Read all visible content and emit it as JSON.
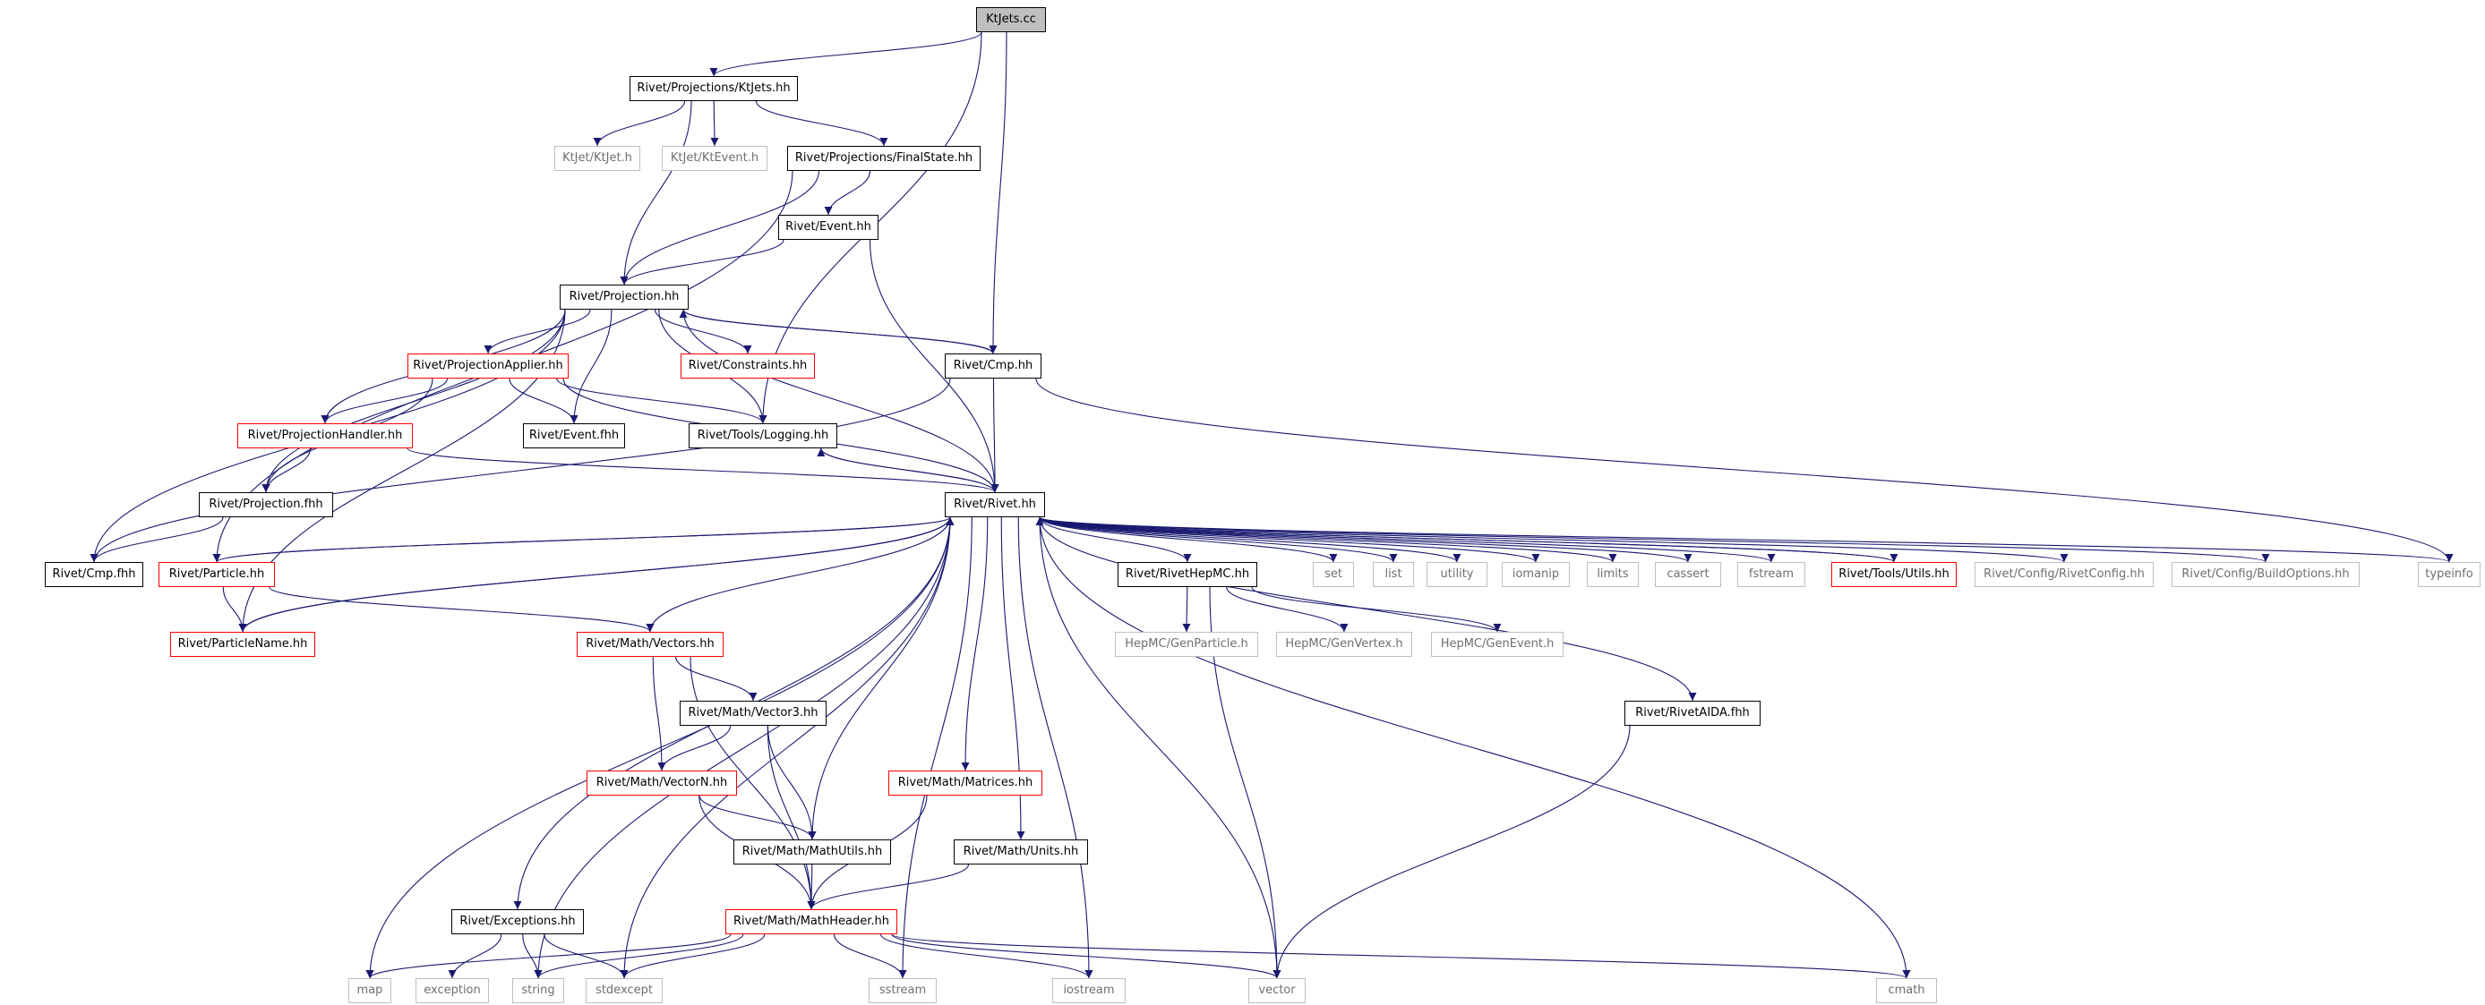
{
  "colors": {
    "edge": "#191970",
    "local_border": "#000000",
    "external_border": "#bfbfbf",
    "truncated_border": "#ff0000",
    "root_fill": "#bfbfbf"
  },
  "nodes": [
    {
      "id": "ktjets_cc",
      "label": "KtJets.cc",
      "kind": "root"
    },
    {
      "id": "proj_ktjets",
      "label": "Rivet/Projections/KtJets.hh",
      "kind": "local"
    },
    {
      "id": "ktjet_h",
      "label": "KtJet/KtJet.h",
      "kind": "ext"
    },
    {
      "id": "ktevent_h",
      "label": "KtJet/KtEvent.h",
      "kind": "ext"
    },
    {
      "id": "finalstate",
      "label": "Rivet/Projections/FinalState.hh",
      "kind": "local"
    },
    {
      "id": "event_hh",
      "label": "Rivet/Event.hh",
      "kind": "local"
    },
    {
      "id": "projection_hh",
      "label": "Rivet/Projection.hh",
      "kind": "local"
    },
    {
      "id": "projapplier",
      "label": "Rivet/ProjectionApplier.hh",
      "kind": "red"
    },
    {
      "id": "constraints",
      "label": "Rivet/Constraints.hh",
      "kind": "red"
    },
    {
      "id": "cmp_hh",
      "label": "Rivet/Cmp.hh",
      "kind": "local"
    },
    {
      "id": "projhandler",
      "label": "Rivet/ProjectionHandler.hh",
      "kind": "red"
    },
    {
      "id": "event_fhh",
      "label": "Rivet/Event.fhh",
      "kind": "local"
    },
    {
      "id": "logging",
      "label": "Rivet/Tools/Logging.hh",
      "kind": "local"
    },
    {
      "id": "projection_fhh",
      "label": "Rivet/Projection.fhh",
      "kind": "local"
    },
    {
      "id": "rivet_hh",
      "label": "Rivet/Rivet.hh",
      "kind": "local"
    },
    {
      "id": "cmp_fhh",
      "label": "Rivet/Cmp.fhh",
      "kind": "local"
    },
    {
      "id": "particle_hh",
      "label": "Rivet/Particle.hh",
      "kind": "red"
    },
    {
      "id": "particlename",
      "label": "Rivet/ParticleName.hh",
      "kind": "red"
    },
    {
      "id": "vectors",
      "label": "Rivet/Math/Vectors.hh",
      "kind": "red"
    },
    {
      "id": "vector3",
      "label": "Rivet/Math/Vector3.hh",
      "kind": "local"
    },
    {
      "id": "vectorn",
      "label": "Rivet/Math/VectorN.hh",
      "kind": "red"
    },
    {
      "id": "mathutils",
      "label": "Rivet/Math/MathUtils.hh",
      "kind": "local"
    },
    {
      "id": "mathheader",
      "label": "Rivet/Math/MathHeader.hh",
      "kind": "red"
    },
    {
      "id": "matrices",
      "label": "Rivet/Math/Matrices.hh",
      "kind": "red"
    },
    {
      "id": "units",
      "label": "Rivet/Math/Units.hh",
      "kind": "local"
    },
    {
      "id": "exceptions",
      "label": "Rivet/Exceptions.hh",
      "kind": "local"
    },
    {
      "id": "rivethepmc",
      "label": "Rivet/RivetHepMC.hh",
      "kind": "local"
    },
    {
      "id": "genparticle",
      "label": "HepMC/GenParticle.h",
      "kind": "ext"
    },
    {
      "id": "genvertex",
      "label": "HepMC/GenVertex.h",
      "kind": "ext"
    },
    {
      "id": "genevent",
      "label": "HepMC/GenEvent.h",
      "kind": "ext"
    },
    {
      "id": "rivetaida",
      "label": "Rivet/RivetAIDA.fhh",
      "kind": "local"
    },
    {
      "id": "set",
      "label": "set",
      "kind": "ext"
    },
    {
      "id": "list",
      "label": "list",
      "kind": "ext"
    },
    {
      "id": "utility",
      "label": "utility",
      "kind": "ext"
    },
    {
      "id": "iomanip",
      "label": "iomanip",
      "kind": "ext"
    },
    {
      "id": "limits",
      "label": "limits",
      "kind": "ext"
    },
    {
      "id": "cassert",
      "label": "cassert",
      "kind": "ext"
    },
    {
      "id": "fstream",
      "label": "fstream",
      "kind": "ext"
    },
    {
      "id": "utils",
      "label": "Rivet/Tools/Utils.hh",
      "kind": "red"
    },
    {
      "id": "rivetconfig",
      "label": "Rivet/Config/RivetConfig.hh",
      "kind": "ext"
    },
    {
      "id": "buildoptions",
      "label": "Rivet/Config/BuildOptions.hh",
      "kind": "ext"
    },
    {
      "id": "typeinfo",
      "label": "typeinfo",
      "kind": "ext"
    },
    {
      "id": "map",
      "label": "map",
      "kind": "ext"
    },
    {
      "id": "exception",
      "label": "exception",
      "kind": "ext"
    },
    {
      "id": "string",
      "label": "string",
      "kind": "ext"
    },
    {
      "id": "stdexcept",
      "label": "stdexcept",
      "kind": "ext"
    },
    {
      "id": "sstream",
      "label": "sstream",
      "kind": "ext"
    },
    {
      "id": "iostream",
      "label": "iostream",
      "kind": "ext"
    },
    {
      "id": "vector",
      "label": "vector",
      "kind": "ext"
    },
    {
      "id": "cmath",
      "label": "cmath",
      "kind": "ext"
    }
  ],
  "edges": [
    [
      "ktjets_cc",
      "proj_ktjets"
    ],
    [
      "ktjets_cc",
      "cmp_hh"
    ],
    [
      "ktjets_cc",
      "logging"
    ],
    [
      "proj_ktjets",
      "ktjet_h"
    ],
    [
      "proj_ktjets",
      "ktevent_h"
    ],
    [
      "proj_ktjets",
      "finalstate"
    ],
    [
      "proj_ktjets",
      "projection_hh"
    ],
    [
      "finalstate",
      "event_hh"
    ],
    [
      "finalstate",
      "projection_hh"
    ],
    [
      "finalstate",
      "particle_hh"
    ],
    [
      "event_hh",
      "projection_hh"
    ],
    [
      "event_hh",
      "rivet_hh"
    ],
    [
      "projection_hh",
      "projapplier"
    ],
    [
      "projection_hh",
      "constraints"
    ],
    [
      "projection_hh",
      "cmp_hh"
    ],
    [
      "projection_hh",
      "projhandler"
    ],
    [
      "projection_hh",
      "event_fhh"
    ],
    [
      "projection_hh",
      "logging"
    ],
    [
      "projection_hh",
      "projection_fhh"
    ],
    [
      "projection_hh",
      "cmp_fhh"
    ],
    [
      "projection_hh",
      "particlename"
    ],
    [
      "projection_hh",
      "rivet_hh"
    ],
    [
      "cmp_hh",
      "projection_hh"
    ],
    [
      "cmp_hh",
      "cmp_fhh"
    ],
    [
      "cmp_hh",
      "rivet_hh"
    ],
    [
      "cmp_hh",
      "typeinfo"
    ],
    [
      "projapplier",
      "projhandler"
    ],
    [
      "projapplier",
      "event_fhh"
    ],
    [
      "projapplier",
      "logging"
    ],
    [
      "projapplier",
      "projection_fhh"
    ],
    [
      "projapplier",
      "rivet_hh"
    ],
    [
      "projhandler",
      "projection_fhh"
    ],
    [
      "projhandler",
      "rivet_hh"
    ],
    [
      "logging",
      "rivet_hh"
    ],
    [
      "projection_fhh",
      "cmp_fhh"
    ],
    [
      "rivet_hh",
      "particle_hh"
    ],
    [
      "rivet_hh",
      "particlename"
    ],
    [
      "rivet_hh",
      "logging"
    ],
    [
      "rivet_hh",
      "vectors"
    ],
    [
      "rivet_hh",
      "mathutils"
    ],
    [
      "rivet_hh",
      "matrices"
    ],
    [
      "rivet_hh",
      "units"
    ],
    [
      "rivet_hh",
      "exceptions"
    ],
    [
      "rivet_hh",
      "rivethepmc"
    ],
    [
      "rivet_hh",
      "rivetaida"
    ],
    [
      "rivet_hh",
      "set"
    ],
    [
      "rivet_hh",
      "list"
    ],
    [
      "rivet_hh",
      "utility"
    ],
    [
      "rivet_hh",
      "iomanip"
    ],
    [
      "rivet_hh",
      "limits"
    ],
    [
      "rivet_hh",
      "cassert"
    ],
    [
      "rivet_hh",
      "fstream"
    ],
    [
      "rivet_hh",
      "utils"
    ],
    [
      "rivet_hh",
      "rivetconfig"
    ],
    [
      "rivet_hh",
      "buildoptions"
    ],
    [
      "rivet_hh",
      "typeinfo"
    ],
    [
      "rivet_hh",
      "map"
    ],
    [
      "rivet_hh",
      "string"
    ],
    [
      "rivet_hh",
      "stdexcept"
    ],
    [
      "rivet_hh",
      "sstream"
    ],
    [
      "rivet_hh",
      "iostream"
    ],
    [
      "rivet_hh",
      "vector"
    ],
    [
      "rivet_hh",
      "cmath"
    ],
    [
      "particle_hh",
      "rivet_hh"
    ],
    [
      "particle_hh",
      "particlename"
    ],
    [
      "particle_hh",
      "vectors"
    ],
    [
      "particlename",
      "rivet_hh"
    ],
    [
      "utils",
      "rivet_hh"
    ],
    [
      "vectors",
      "vector3"
    ],
    [
      "vectors",
      "vectorn"
    ],
    [
      "vectors",
      "mathheader"
    ],
    [
      "vector3",
      "vectorn"
    ],
    [
      "vector3",
      "mathutils"
    ],
    [
      "vector3",
      "mathheader"
    ],
    [
      "vectorn",
      "mathutils"
    ],
    [
      "vectorn",
      "mathheader"
    ],
    [
      "mathutils",
      "mathheader"
    ],
    [
      "matrices",
      "mathheader"
    ],
    [
      "units",
      "mathheader"
    ],
    [
      "mathheader",
      "map"
    ],
    [
      "mathheader",
      "string"
    ],
    [
      "mathheader",
      "stdexcept"
    ],
    [
      "mathheader",
      "sstream"
    ],
    [
      "mathheader",
      "iostream"
    ],
    [
      "mathheader",
      "vector"
    ],
    [
      "mathheader",
      "cmath"
    ],
    [
      "exceptions",
      "exception"
    ],
    [
      "exceptions",
      "string"
    ],
    [
      "exceptions",
      "stdexcept"
    ],
    [
      "rivethepmc",
      "genparticle"
    ],
    [
      "rivethepmc",
      "genvertex"
    ],
    [
      "rivethepmc",
      "genevent"
    ],
    [
      "rivethepmc",
      "vector"
    ],
    [
      "rivetaida",
      "vector"
    ]
  ]
}
